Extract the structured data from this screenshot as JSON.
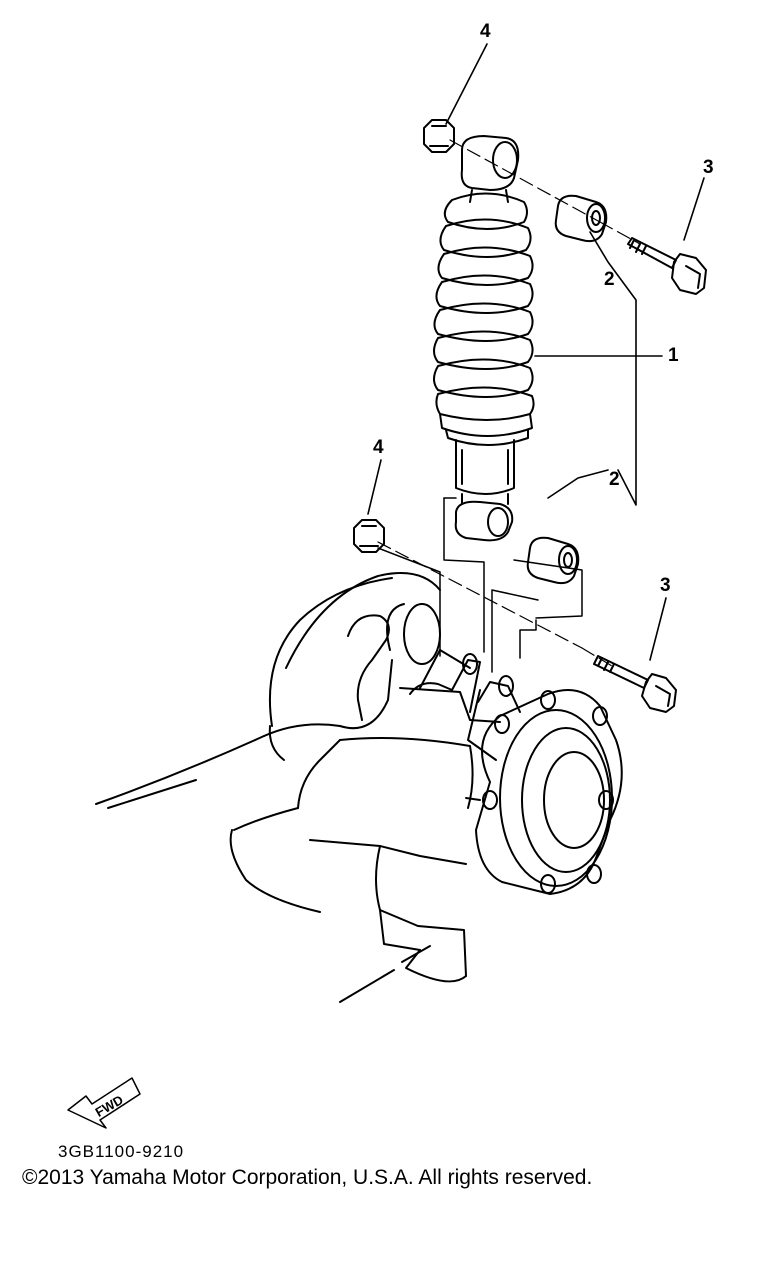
{
  "callouts": {
    "top_nut": "4",
    "upper_bolt": "3",
    "upper_collar": "2",
    "shock": "1",
    "lower_collar": "2",
    "lower_nut": "4",
    "lower_bolt": "3"
  },
  "fwd_label": "FWD",
  "part_code": "3GB1100-9210",
  "copyright": "©2013 Yamaha Motor Corporation, U.S.A. All rights reserved."
}
